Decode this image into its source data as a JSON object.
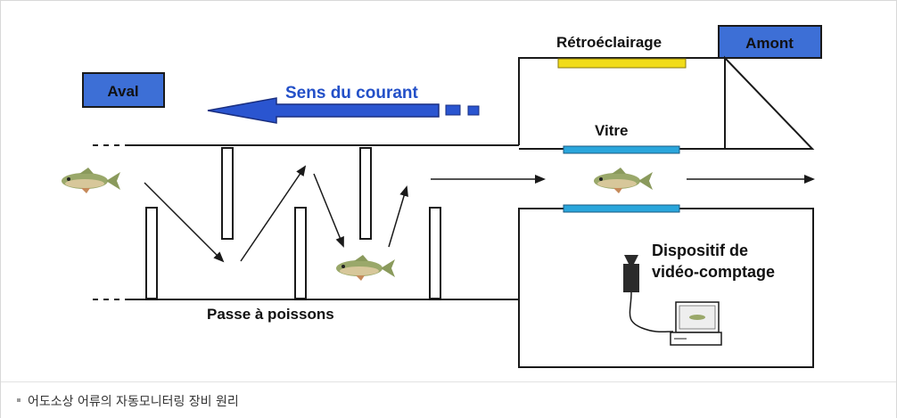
{
  "labels": {
    "aval": "Aval",
    "amont": "Amont",
    "sens_du_courant": "Sens du courant",
    "retroeclairage": "Rétroéclairage",
    "vitre": "Vitre",
    "dispositif_line1": "Dispositif de",
    "dispositif_line2": "vidéo-comptage",
    "passe": "Passe à poissons"
  },
  "caption": "어도소상 어류의 자동모니터링 장비 원리",
  "colors": {
    "box_blue": "#3d6fd6",
    "arrow_blue": "#2a55d0",
    "text_blue": "#2350c8",
    "backlight_yellow": "#f1dc1a",
    "glass_cyan": "#2aa6dc",
    "line_black": "#1a1a1a"
  }
}
